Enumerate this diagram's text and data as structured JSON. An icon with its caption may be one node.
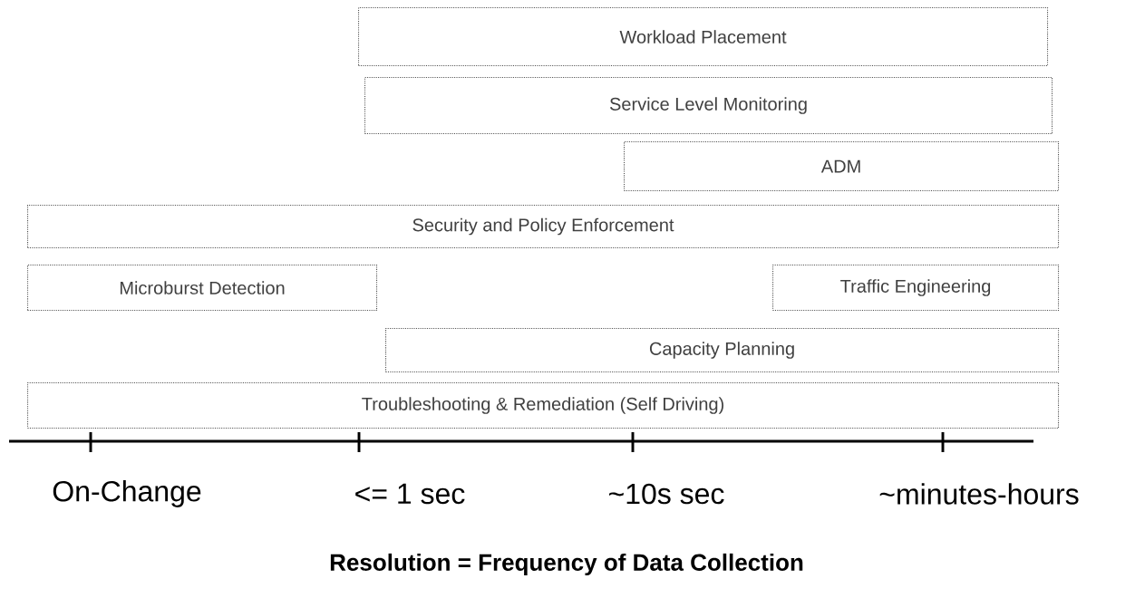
{
  "diagram": {
    "caption": "Resolution = Frequency of Data Collection",
    "nodes": [
      {
        "text": [
          "Workload Placement"
        ]
      },
      {
        "text": [
          "Service Level Monitoring"
        ]
      },
      {
        "text": [
          "ADM"
        ]
      },
      {
        "text": [
          "Security and Policy Enforcement"
        ]
      },
      {
        "text": [
          "Microburst Detection"
        ]
      },
      {
        "text": [
          "Traffic Engineering"
        ]
      },
      {
        "text": [
          "Capacity Planning"
        ]
      },
      {
        "text": [
          "Troubleshooting & Remediation (Self Driving)"
        ]
      }
    ],
    "labels": [
      "On-Change",
      "<= 1 sec",
      "~10s sec",
      "~minutes-hours"
    ]
  }
}
